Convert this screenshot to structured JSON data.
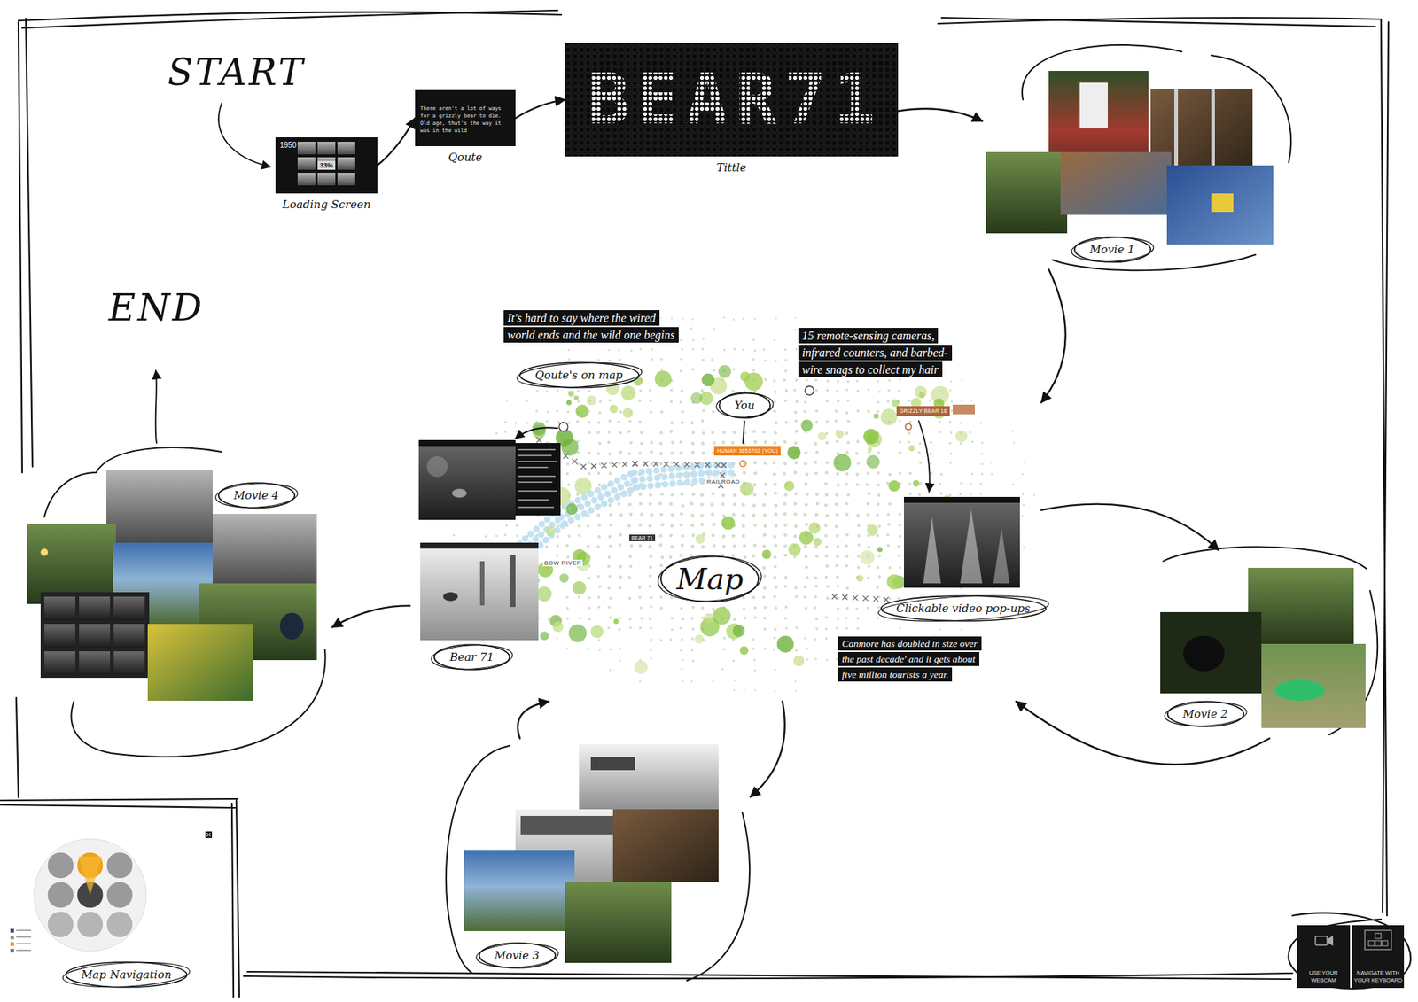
{
  "diagram": {
    "nodes": [
      {
        "text": [
          "Loading Screen",
          "1950",
          "33%"
        ]
      },
      {
        "text": [
          "Qoute",
          "There aren't a lot of ways for a grizzly bear to die. Old age, that's the way it was in the wild"
        ]
      },
      {
        "text": [
          "Tittle",
          "BEAR71"
        ]
      },
      {
        "text": [
          "Movie 1"
        ]
      },
      {
        "text": [
          "Map"
        ]
      },
      {
        "text": [
          "It's hard to say where the wired world ends and the wild one begins"
        ],
        "in": 4
      },
      {
        "text": [
          "Qoute's on map"
        ],
        "in": 4
      },
      {
        "text": [
          "15 remote-sensing cameras, infrared counters, and barbed-wire snags to collect my hair"
        ],
        "in": 4
      },
      {
        "text": [
          "You"
        ],
        "in": 4
      },
      {
        "text": [
          "HUMAN 3653702 (YOU)"
        ],
        "in": 4
      },
      {
        "text": [
          "GRIZZLY BEAR 16"
        ],
        "in": 4
      },
      {
        "text": [
          "Bear 71"
        ],
        "in": 4
      },
      {
        "text": [
          "Clickable video pop-ups"
        ],
        "in": 4
      },
      {
        "text": [
          "Canmore has doubled in size over the past decade' and it gets about five million tourists a year."
        ],
        "in": 4
      },
      {
        "text": [
          "Movie 2"
        ]
      },
      {
        "text": [
          "Movie 3"
        ]
      },
      {
        "text": [
          "Movie 4"
        ]
      },
      {
        "text": [
          "Map Navigation"
        ]
      },
      {
        "text": [
          "USE YOUR WEBCAM"
        ]
      },
      {
        "text": [
          "NAVIGATE WITH YOUR KEYBOARD"
        ]
      }
    ],
    "edges": [
      {
        "from": 0,
        "to": 1,
        "arrow": "to"
      },
      {
        "from": 1,
        "to": 2,
        "arrow": "to"
      },
      {
        "from": 2,
        "to": 3,
        "arrow": "to"
      },
      {
        "from": 3,
        "to": 4,
        "arrow": "to"
      },
      {
        "from": 4,
        "to": 14,
        "arrow": "to"
      },
      {
        "from": 14,
        "to": 4,
        "arrow": "to"
      },
      {
        "from": 4,
        "to": 15,
        "arrow": "to"
      },
      {
        "from": 15,
        "to": 4,
        "arrow": "to"
      },
      {
        "from": 4,
        "to": 16,
        "arrow": "to"
      }
    ],
    "labels": [
      "START",
      "END",
      "RAILROAD",
      "BOW RIVER",
      "BEAR 71"
    ]
  }
}
